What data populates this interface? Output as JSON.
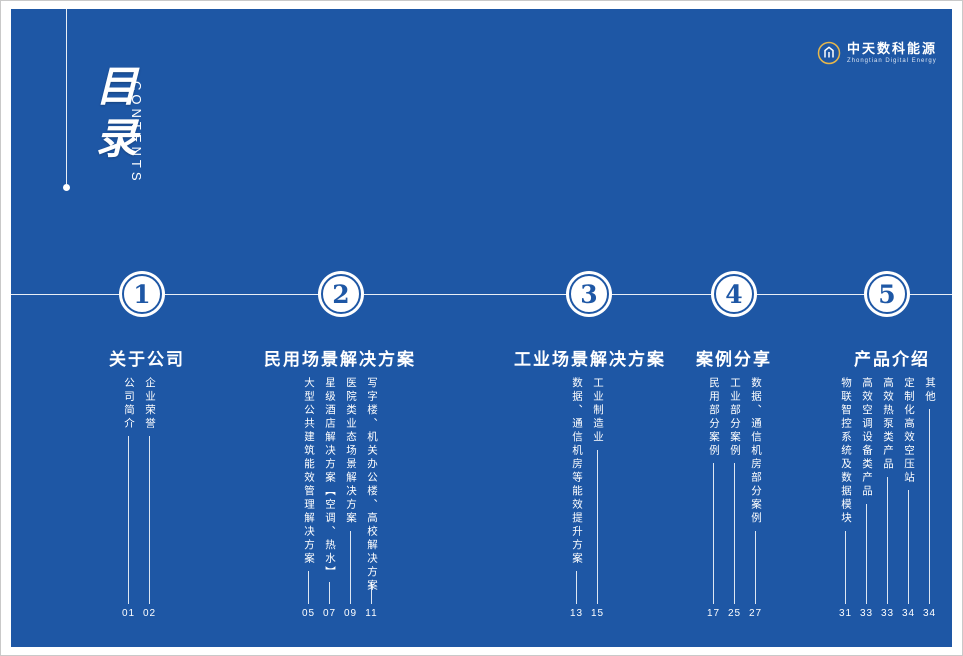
{
  "page": {
    "heading": {
      "zh": "目录",
      "en": "CONTENTS"
    },
    "logo": {
      "title": "中天数科能源",
      "subtitle": "Zhongtian Digital Energy"
    },
    "colors": {
      "background": "#1e57a5",
      "accent_gold": "#e8b84b",
      "text": "#ffffff"
    }
  },
  "sections": [
    {
      "number": "1",
      "title": "关于公司",
      "items": [
        {
          "label": "公司简介",
          "page": "01"
        },
        {
          "label": "企业荣誉",
          "page": "02"
        }
      ]
    },
    {
      "number": "2",
      "title": "民用场景解决方案",
      "items": [
        {
          "label": "大型公共建筑能效管理解决方案",
          "page": "05"
        },
        {
          "label": "星级酒店解决方案【空调、热水】",
          "page": "07"
        },
        {
          "label": "医院类业态场景解决方案",
          "page": "09"
        },
        {
          "label": "写字楼、机关办公楼、高校解决方案",
          "page": "11"
        }
      ]
    },
    {
      "number": "3",
      "title": "工业场景解决方案",
      "items": [
        {
          "label": "数据、通信机房等能效提升方案",
          "page": "13"
        },
        {
          "label": "工业制造业",
          "page": "15"
        }
      ]
    },
    {
      "number": "4",
      "title": "案例分享",
      "items": [
        {
          "label": "民用部分案例",
          "page": "17"
        },
        {
          "label": "工业部分案例",
          "page": "25"
        },
        {
          "label": "数据、通信机房部分案例",
          "page": "27"
        }
      ]
    },
    {
      "number": "5",
      "title": "产品介绍",
      "items": [
        {
          "label": "物联智控系统及数据模块",
          "page": "31"
        },
        {
          "label": "高效空调设备类产品",
          "page": "33"
        },
        {
          "label": "高效热泵类产品",
          "page": "33"
        },
        {
          "label": "定制化高效空压站",
          "page": "34"
        },
        {
          "label": "其他",
          "page": "34"
        }
      ]
    }
  ]
}
